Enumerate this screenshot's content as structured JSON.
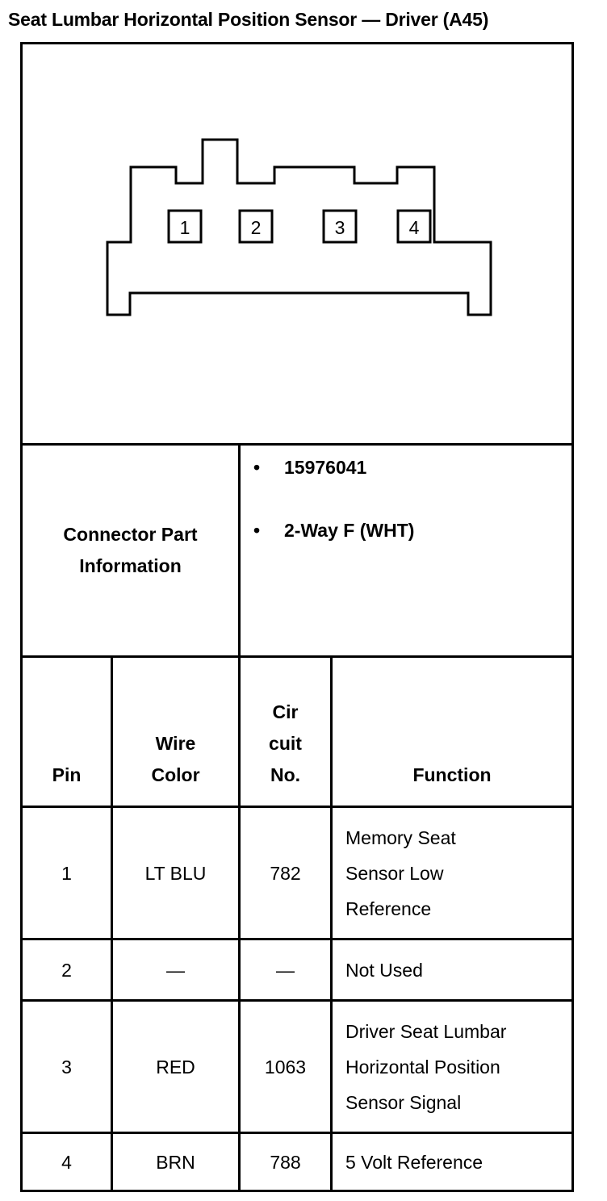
{
  "title": "Seat Lumbar Horizontal Position Sensor — Driver (A45)",
  "connector": {
    "pins": [
      "1",
      "2",
      "3",
      "4"
    ],
    "label": "Connector Part Information",
    "bullets": [
      "15976041",
      "2-Way F (WHT)"
    ]
  },
  "table": {
    "headers": {
      "pin": "Pin",
      "wire_color": "Wire Color",
      "circuit_no": "Cir cuit No.",
      "function": "Function"
    },
    "rows": [
      {
        "pin": "1",
        "wire_color": "LT BLU",
        "circuit_no": "782",
        "function": "Memory Seat Sensor Low Reference"
      },
      {
        "pin": "2",
        "wire_color": "—",
        "circuit_no": "—",
        "function": "Not Used"
      },
      {
        "pin": "3",
        "wire_color": "RED",
        "circuit_no": "1063",
        "function": "Driver Seat Lumbar Horizontal Position Sensor Signal"
      },
      {
        "pin": "4",
        "wire_color": "BRN",
        "circuit_no": "788",
        "function": "5 Volt Reference"
      }
    ]
  }
}
